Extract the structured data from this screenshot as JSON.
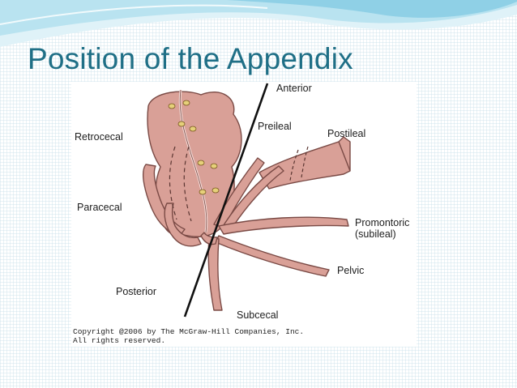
{
  "slide": {
    "title": "Position of the Appendix"
  },
  "diagram": {
    "labels": {
      "anterior": "Anterior",
      "retrocecal": "Retrocecal",
      "preileal": "Preileal",
      "postileal": "Postileal",
      "paracecal": "Paracecal",
      "promontoric": "Promontoric",
      "subileal": "(subileal)",
      "pelvic": "Pelvic",
      "posterior": "Posterior",
      "subcecal": "Subcecal"
    },
    "copyright_line1": "Copyright @2006 by The McGraw-Hill Companies, Inc.",
    "copyright_line2": "All rights reserved."
  },
  "colors": {
    "title": "#1f6f86",
    "organ_fill": "#d9a097",
    "organ_stroke": "#7a4a45",
    "wave_light": "#cfeaf3",
    "wave_mid": "#8fd0e6"
  }
}
